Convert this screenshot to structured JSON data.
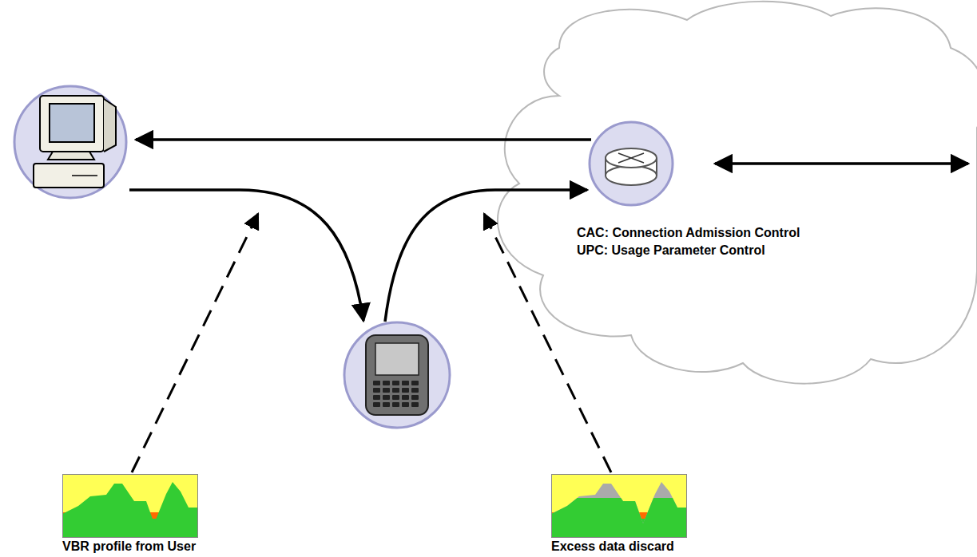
{
  "diagram": {
    "nodes": [
      {
        "text": [
          "CAC: Connection Admission Control",
          "UPC: Usage Parameter Control"
        ]
      },
      {
        "text": [
          "VBR profile from User"
        ]
      },
      {
        "text": [
          "Excess data discard"
        ]
      }
    ]
  }
}
